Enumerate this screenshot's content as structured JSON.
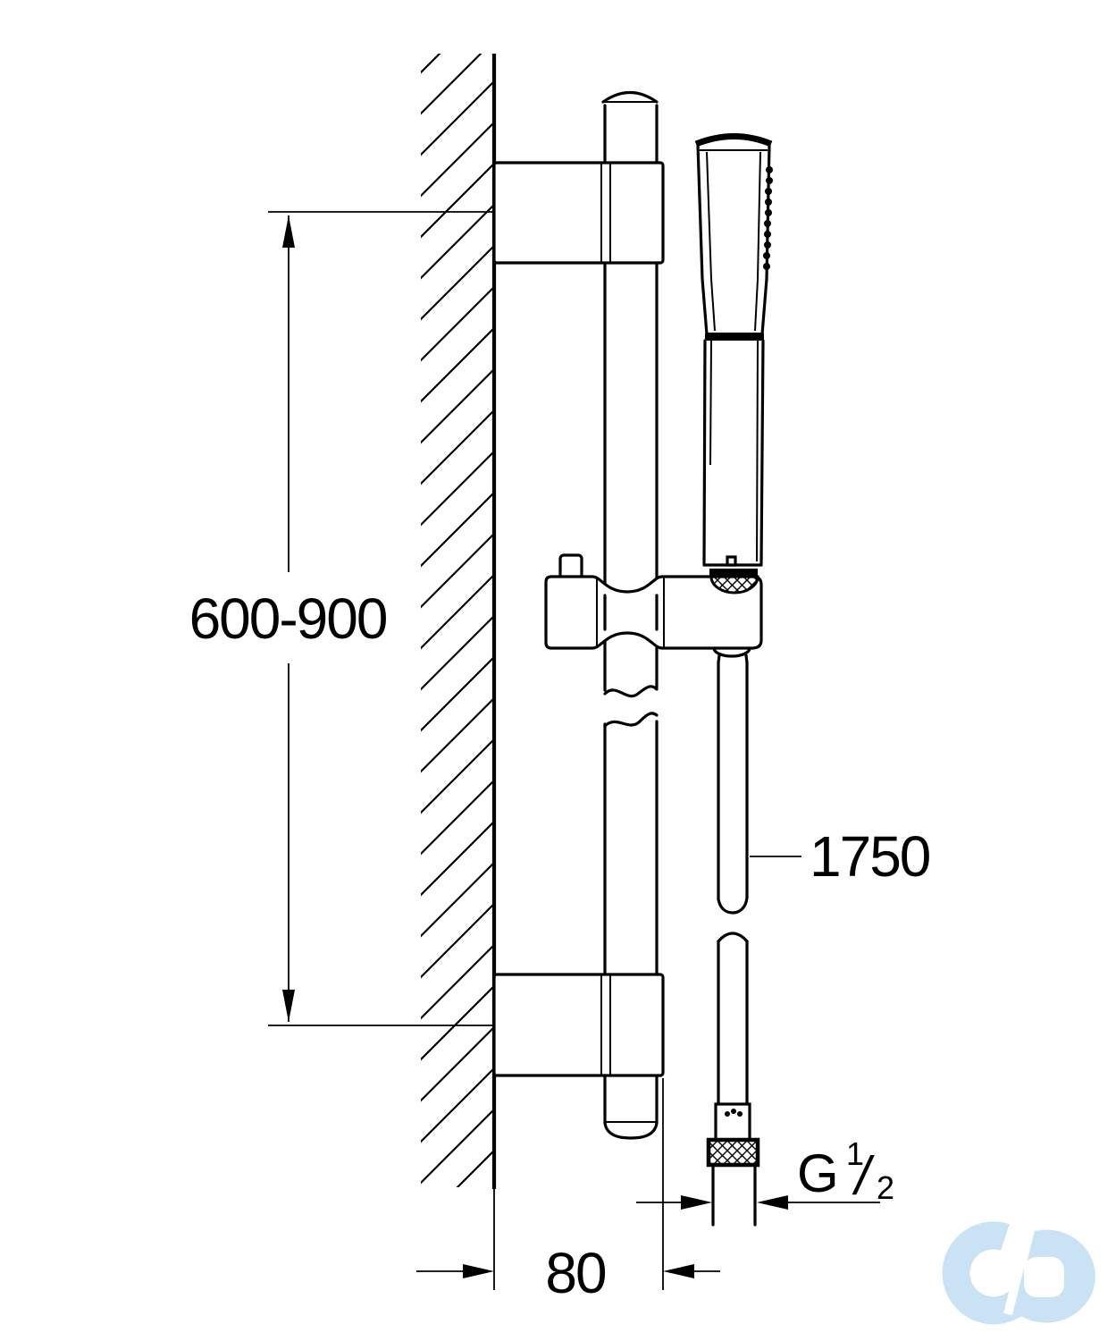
{
  "page": {
    "background": "#ffffff"
  },
  "drawing": {
    "type": "technical-dimension-drawing",
    "subject": "wall-mounted shower slide rail with hand shower and hose",
    "line_color": "#000000",
    "labels": {
      "rail_height_range": "600-900",
      "hose_length": "1750",
      "wall_offset": "80",
      "thread": {
        "letter": "G",
        "numerator": "1",
        "slash": "/",
        "denominator": "2"
      }
    },
    "logo": {
      "name": "watermark-infinity-logo",
      "color": "#c9e3f5"
    }
  }
}
